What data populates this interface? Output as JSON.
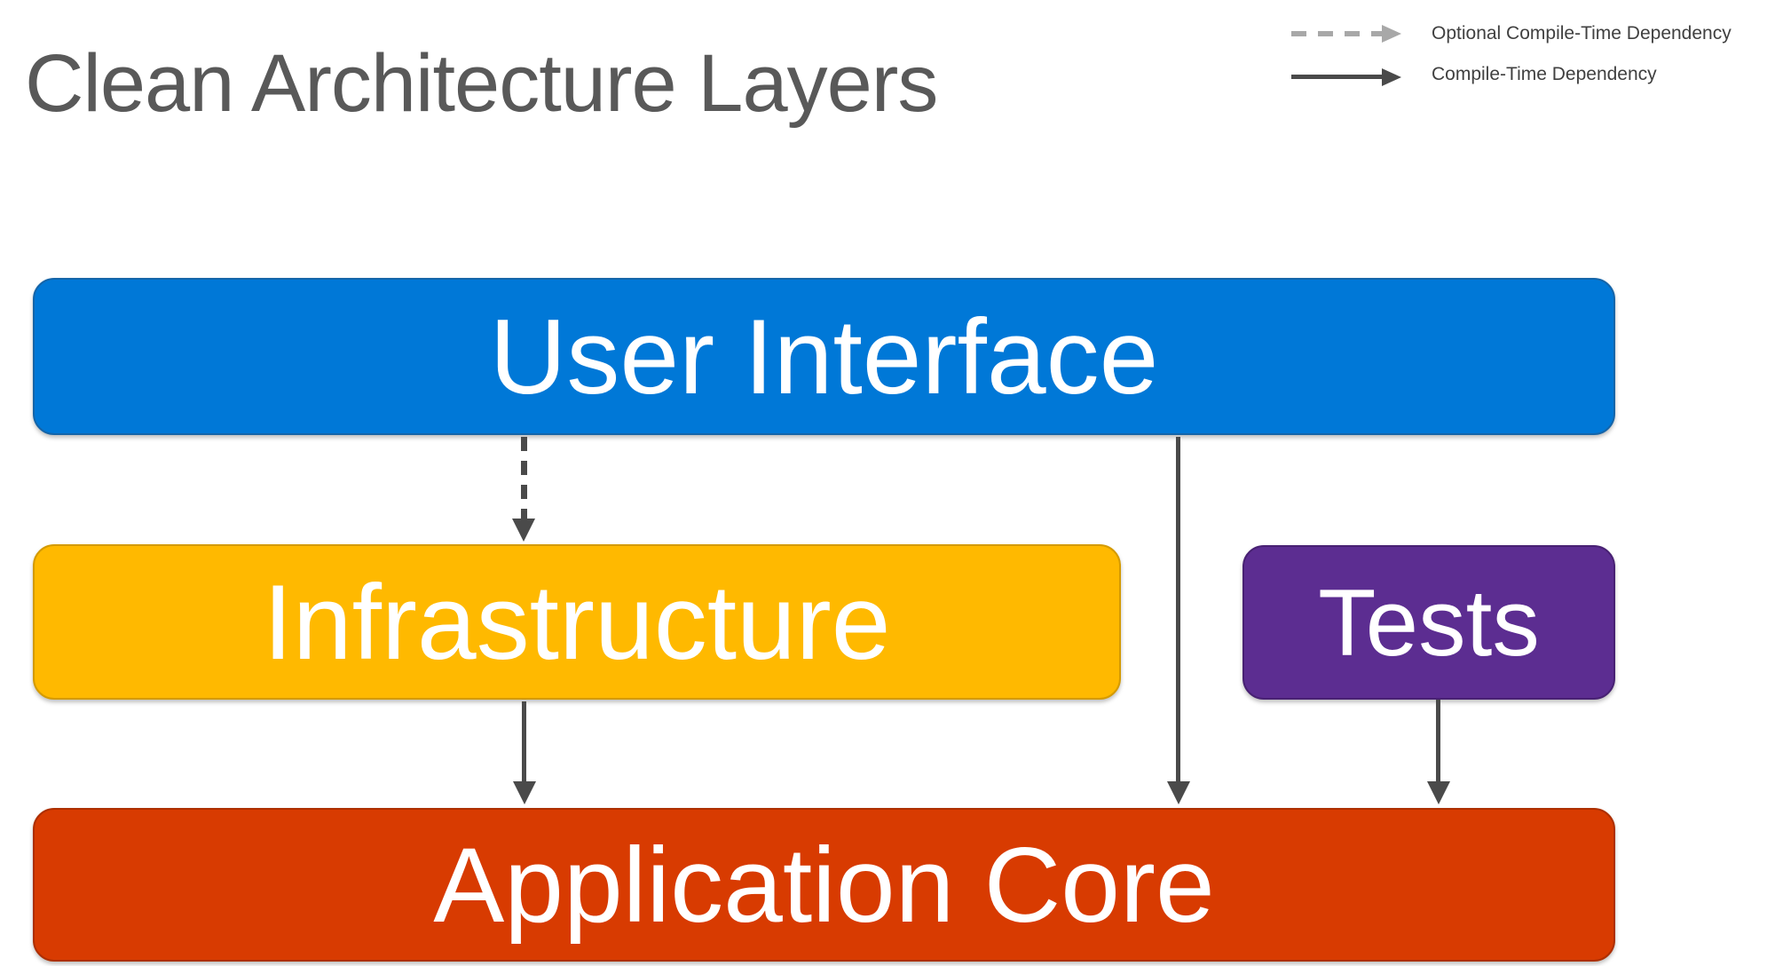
{
  "title": "Clean Architecture Layers",
  "legend": {
    "items": [
      {
        "id": "optional-compile-time",
        "label": "Optional Compile-Time Dependency",
        "line_style": "dashed",
        "color": "#a8a8a8"
      },
      {
        "id": "compile-time",
        "label": "Compile-Time Dependency",
        "line_style": "solid",
        "color": "#4a4a4a"
      }
    ],
    "text_color": "#404040"
  },
  "layers": {
    "user_interface": {
      "label": "User Interface",
      "fill": "#0078D7",
      "border": "#1565a9",
      "text_color": "#ffffff"
    },
    "infrastructure": {
      "label": "Infrastructure",
      "fill": "#FFB900",
      "border": "#d49a00",
      "text_color": "#ffffff"
    },
    "tests": {
      "label": "Tests",
      "fill": "#5C2D91",
      "border": "#482173",
      "text_color": "#ffffff"
    },
    "application_core": {
      "label": "Application Core",
      "fill": "#D83B01",
      "border": "#ad2f00",
      "text_color": "#ffffff"
    }
  },
  "arrows": {
    "solid_color": "#4a4a4a",
    "dashed_color": "#4a4a4a",
    "connections": [
      {
        "from": "user_interface",
        "to": "infrastructure",
        "type": "dashed",
        "meaning": "Optional Compile-Time Dependency"
      },
      {
        "from": "user_interface",
        "to": "application_core",
        "type": "solid",
        "meaning": "Compile-Time Dependency"
      },
      {
        "from": "infrastructure",
        "to": "application_core",
        "type": "solid",
        "meaning": "Compile-Time Dependency"
      },
      {
        "from": "tests",
        "to": "application_core",
        "type": "solid",
        "meaning": "Compile-Time Dependency"
      }
    ]
  }
}
